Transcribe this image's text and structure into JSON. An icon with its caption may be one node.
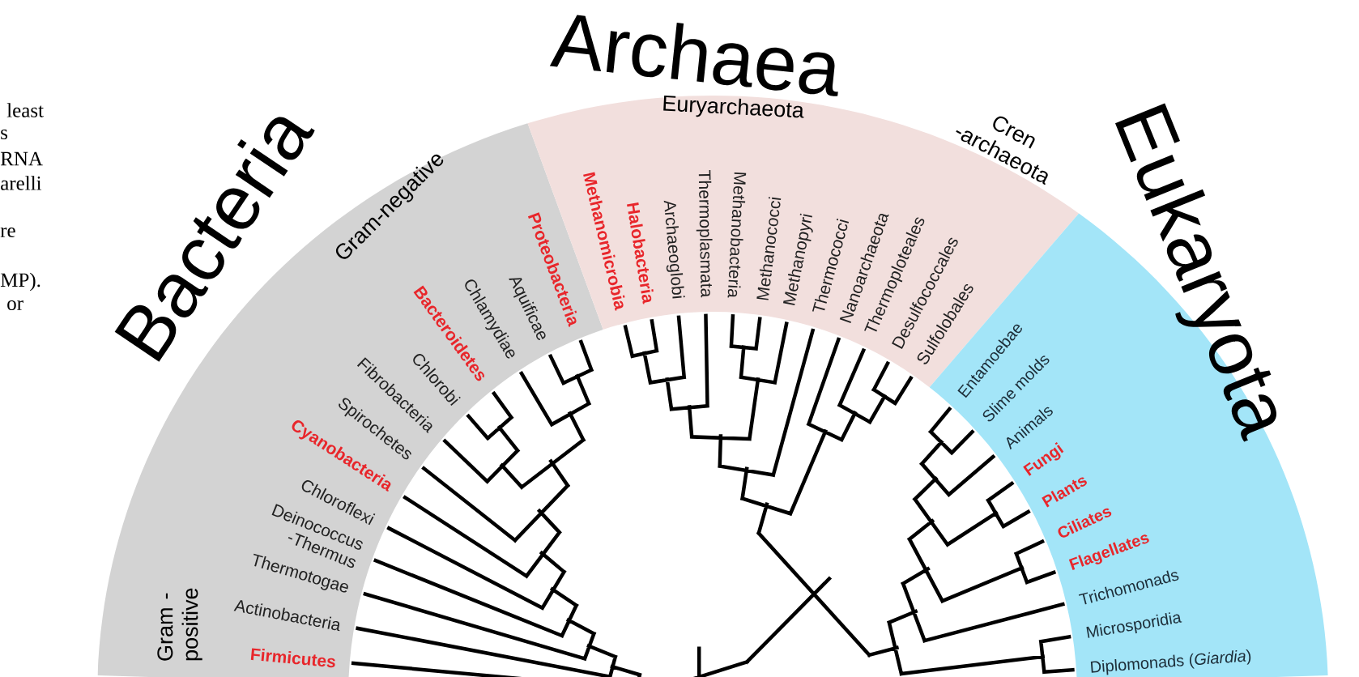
{
  "diagram": {
    "nodes": [
      {
        "text": [
          "Bacteria",
          "Gram-negative",
          "Gram -positive",
          "Firmicutes",
          "Actinobacteria",
          "Thermotogae",
          "Deinococcus -Thermus",
          "Chloroflexi",
          "Cyanobacteria",
          "Spirochetes",
          "Fibrobacteria",
          "Chlorobi",
          "Bacteroidetes",
          "Chlamydiae",
          "Aquificae",
          "Proteobacteria"
        ]
      },
      {
        "text": [
          "Archaea",
          "Euryarchaeota",
          "Cren -archaeota",
          "Methanomicrobia",
          "Halobacteria",
          "Archaeoglobi",
          "Thermoplasmata",
          "Methanobacteria",
          "Methanococci",
          "Methanopyri",
          "Thermococci",
          "Nanoarchaeota",
          "Thermoploteales",
          "Desulfococcales",
          "Sulfolobales"
        ]
      },
      {
        "text": [
          "Eukaryota",
          "Entamoebae",
          "Slime molds",
          "Animals",
          "Fungi",
          "Plants",
          "Ciliates",
          "Flagellates",
          "Trichomonads",
          "Microsporidia",
          "Diplomonads (*Giardia*)"
        ]
      }
    ],
    "labels": [
      "least",
      "s",
      "RNA",
      "arelli",
      "re",
      "MP).",
      "or"
    ]
  }
}
